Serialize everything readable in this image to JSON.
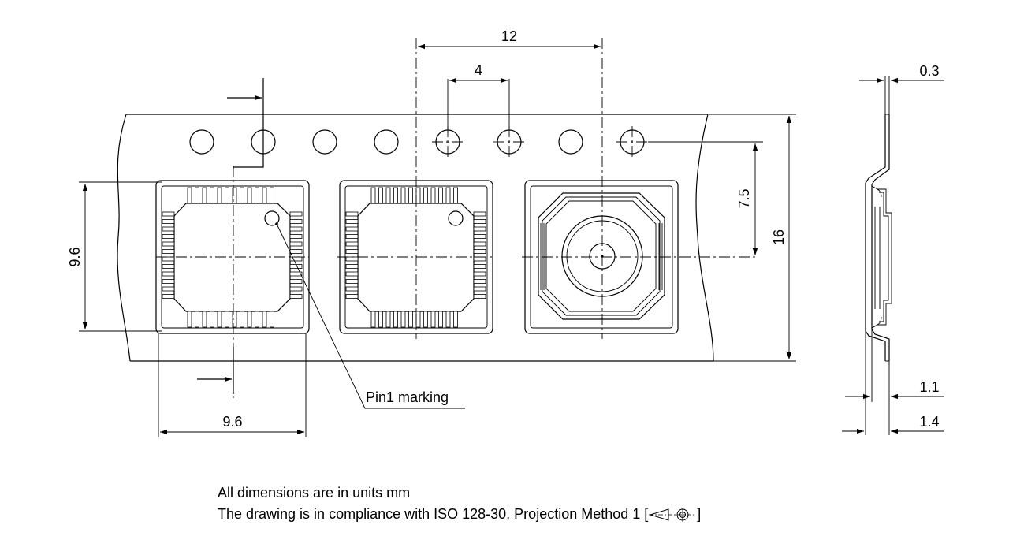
{
  "dimensions": {
    "pitch_12": "12",
    "hole_pitch_4": "4",
    "thickness_0_3": "0.3",
    "offset_7_5": "7.5",
    "tape_width_16": "16",
    "pocket_height_9_6": "9.6",
    "pocket_width_9_6": "9.6",
    "depth_1_1": "1.1",
    "depth_1_4": "1.4"
  },
  "labels": {
    "pin1": "Pin1 marking"
  },
  "notes": {
    "units": "All dimensions are in units mm",
    "iso_prefix": "The drawing is in compliance with ISO 128-30, Projection Method 1 [",
    "iso_suffix": "]"
  },
  "icons": {
    "projection": "first-angle-projection-icon"
  }
}
